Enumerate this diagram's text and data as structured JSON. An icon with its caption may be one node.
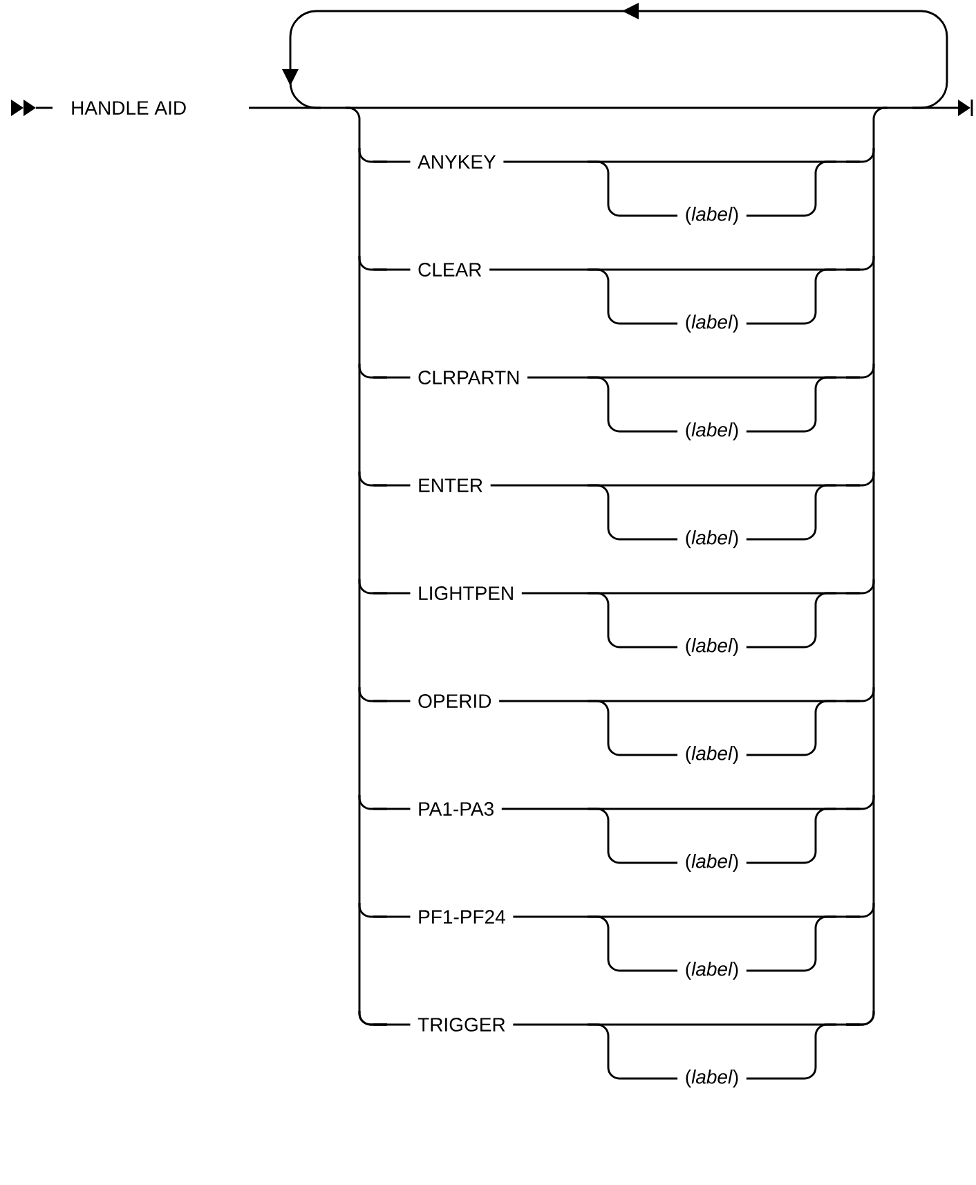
{
  "diagram": {
    "labels": [
      "HANDLE AID",
      "ANYKEY",
      "(*label*)",
      "CLEAR",
      "(*label*)",
      "CLRPARTN",
      "(*label*)",
      "ENTER",
      "(*label*)",
      "LIGHTPEN",
      "(*label*)",
      "OPERID",
      "(*label*)",
      "PA1-PA3",
      "(*label*)",
      "PF1-PF24",
      "(*label*)",
      "TRIGGER",
      "(*label*)"
    ]
  }
}
